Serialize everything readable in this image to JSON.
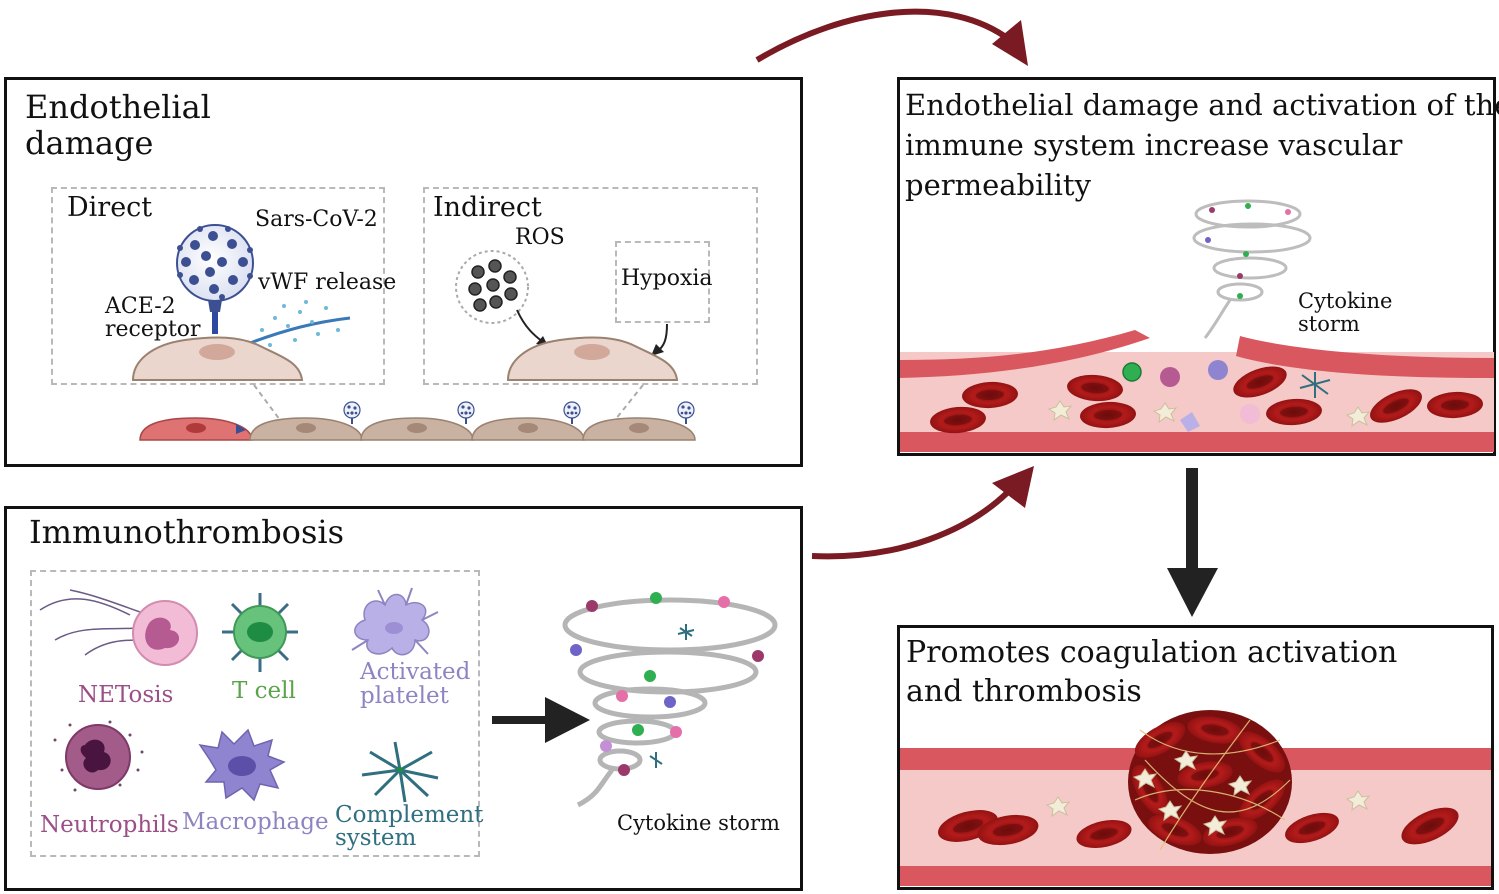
{
  "panels": {
    "endothelial": {
      "title": "Endothelial\ndamage",
      "direct": {
        "label": "Direct",
        "virus": "Sars-CoV-2",
        "vwf": "vWF release",
        "receptor": "ACE-2\nreceptor"
      },
      "indirect": {
        "label": "Indirect",
        "ros": "ROS",
        "hypoxia": "Hypoxia"
      }
    },
    "immuno": {
      "title": "Immunothrombosis",
      "cells": [
        {
          "label": "NETosis",
          "color": "#9b4f86"
        },
        {
          "label": "T cell",
          "color": "#5aa34a"
        },
        {
          "label": "Activated\nplatelet",
          "color": "#8e84c2"
        },
        {
          "label": "Neutrophils",
          "color": "#9b4f86"
        },
        {
          "label": "Macrophage",
          "color": "#8e84c2"
        },
        {
          "label": "Complement\nsystem",
          "color": "#2f6f80"
        }
      ],
      "storm": "Cytokine storm"
    },
    "permeability": {
      "title": "Endothelial damage and activation of the\nimmune system increase vascular\npermeability",
      "storm": "Cytokine\nstorm"
    },
    "coagulation": {
      "title": "Promotes coagulation activation\nand thrombosis"
    }
  },
  "colors": {
    "arrow_red": "#7a1a22",
    "vessel_wall": "#d9585f",
    "vessel_lumen": "#f4c9c7",
    "rbc": "#a01515"
  },
  "icons": [
    "sars-cov-2-virus-icon",
    "endothelial-cell-icon",
    "ros-particles-icon",
    "cytokine-tornado-icon",
    "neutrophil-icon",
    "t-cell-icon",
    "platelet-icon",
    "macrophage-icon",
    "complement-icon",
    "red-blood-cell-icon",
    "thrombus-icon"
  ]
}
